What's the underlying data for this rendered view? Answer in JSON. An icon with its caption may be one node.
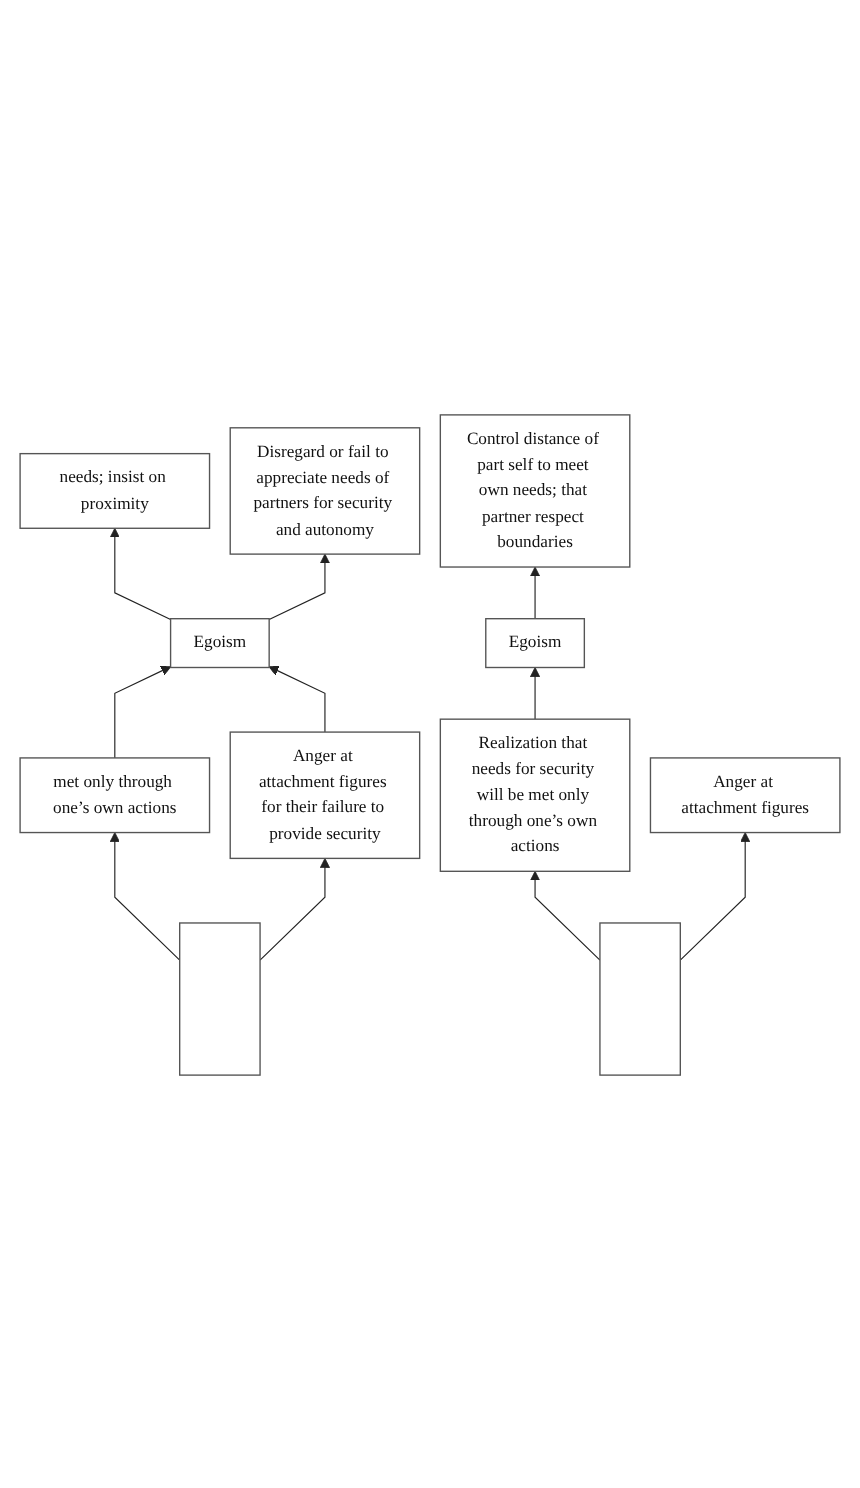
{
  "diagram": {
    "nodes": [
      {
        "text": [],
        "shape": "box"
      },
      {
        "text": [
          "met only through one’s own actions"
        ]
      },
      {
        "text": [
          "Anger at attachment figures for their failure to provide security"
        ]
      },
      {
        "text": [
          "Egoism"
        ]
      },
      {
        "text": [
          "needs; insist on proximity"
        ]
      },
      {
        "text": [
          "Disregard or fail to appreciate needs of partners for security and autonomy"
        ]
      },
      {
        "text": [],
        "shape": "box"
      },
      {
        "text": [
          "Realization that needs for security will be met only through one’s own actions"
        ]
      },
      {
        "text": [
          "Anger at attachment figures"
        ]
      },
      {
        "text": [
          "Egoism"
        ]
      },
      {
        "text": [
          "Control distance of part self to meet own needs; that partner respect boundaries"
        ]
      }
    ],
    "edges": [
      {
        "from": 0,
        "to": 1,
        "arrow": "to"
      },
      {
        "from": 0,
        "to": 2,
        "arrow": "to"
      },
      {
        "from": 1,
        "to": 3,
        "arrow": "to"
      },
      {
        "from": 2,
        "to": 3,
        "arrow": "to"
      },
      {
        "from": 3,
        "to": 4,
        "arrow": "to"
      },
      {
        "from": 3,
        "to": 5,
        "arrow": "to"
      },
      {
        "from": 6,
        "to": 7,
        "arrow": "to"
      },
      {
        "from": 6,
        "to": 8,
        "arrow": "to"
      },
      {
        "from": 7,
        "to": 9,
        "arrow": "to"
      },
      {
        "from": 9,
        "to": 10,
        "arrow": "to"
      }
    ]
  }
}
